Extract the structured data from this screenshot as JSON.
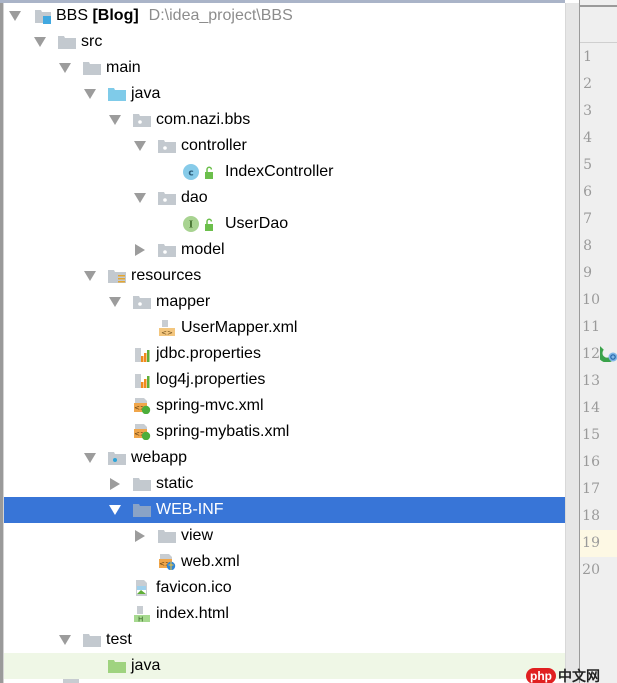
{
  "project_tree": {
    "root": {
      "name": "BBS",
      "module": "[Blog]",
      "path": "D:\\idea_project\\BBS"
    },
    "items": [
      {
        "label": "BBS",
        "depth": 0,
        "arrow": "down",
        "icon": "module-folder-icon"
      },
      {
        "label": "src",
        "depth": 1,
        "arrow": "down",
        "icon": "folder-icon"
      },
      {
        "label": "main",
        "depth": 2,
        "arrow": "down",
        "icon": "folder-icon"
      },
      {
        "label": "java",
        "depth": 3,
        "arrow": "down",
        "icon": "source-folder-icon"
      },
      {
        "label": "com.nazi.bbs",
        "depth": 4,
        "arrow": "down",
        "icon": "package-icon"
      },
      {
        "label": "controller",
        "depth": 5,
        "arrow": "down",
        "icon": "package-icon"
      },
      {
        "label": "IndexController",
        "depth": 6,
        "arrow": "none",
        "icon": "class-icon"
      },
      {
        "label": "dao",
        "depth": 5,
        "arrow": "down",
        "icon": "package-icon"
      },
      {
        "label": "UserDao",
        "depth": 6,
        "arrow": "none",
        "icon": "interface-icon"
      },
      {
        "label": "model",
        "depth": 5,
        "arrow": "right",
        "icon": "package-icon"
      },
      {
        "label": "resources",
        "depth": 3,
        "arrow": "down",
        "icon": "resources-folder-icon"
      },
      {
        "label": "mapper",
        "depth": 4,
        "arrow": "down",
        "icon": "package-icon"
      },
      {
        "label": "UserMapper.xml",
        "depth": 5,
        "arrow": "none",
        "icon": "xml-file-icon"
      },
      {
        "label": "jdbc.properties",
        "depth": 4,
        "arrow": "none",
        "icon": "properties-file-icon"
      },
      {
        "label": "log4j.properties",
        "depth": 4,
        "arrow": "none",
        "icon": "properties-file-icon"
      },
      {
        "label": "spring-mvc.xml",
        "depth": 4,
        "arrow": "none",
        "icon": "spring-xml-icon"
      },
      {
        "label": "spring-mybatis.xml",
        "depth": 4,
        "arrow": "none",
        "icon": "spring-xml-icon"
      },
      {
        "label": "webapp",
        "depth": 3,
        "arrow": "down",
        "icon": "web-folder-icon"
      },
      {
        "label": "static",
        "depth": 4,
        "arrow": "right",
        "icon": "folder-icon"
      },
      {
        "label": "WEB-INF",
        "depth": 4,
        "arrow": "down",
        "icon": "folder-icon",
        "selected": true
      },
      {
        "label": "view",
        "depth": 5,
        "arrow": "right",
        "icon": "folder-icon"
      },
      {
        "label": "web.xml",
        "depth": 5,
        "arrow": "none",
        "icon": "web-xml-icon"
      },
      {
        "label": "favicon.ico",
        "depth": 4,
        "arrow": "none",
        "icon": "image-file-icon"
      },
      {
        "label": "index.html",
        "depth": 4,
        "arrow": "none",
        "icon": "html-file-icon"
      },
      {
        "label": "test",
        "depth": 2,
        "arrow": "down",
        "icon": "folder-icon"
      },
      {
        "label": "java",
        "depth": 3,
        "arrow": "none",
        "icon": "test-source-folder-icon",
        "highlight": true
      }
    ]
  },
  "editor_gutter": {
    "line_numbers": [
      "1",
      "2",
      "3",
      "4",
      "5",
      "6",
      "7",
      "8",
      "9",
      "10",
      "11",
      "12",
      "13",
      "14",
      "15",
      "16",
      "17",
      "18",
      "19",
      "20"
    ],
    "current_line": "19",
    "marker_line": "12",
    "marker_icon": "spring-bean-icon"
  },
  "watermark": {
    "badge": "php",
    "text": "中文网"
  },
  "colors": {
    "selection": "#3875d7",
    "test_highlight": "#eff7e6",
    "current_line": "#fdf8e4",
    "folder_gray": "#c3c9cf",
    "source_blue": "#7fcbe9",
    "test_green": "#9fd37f"
  }
}
